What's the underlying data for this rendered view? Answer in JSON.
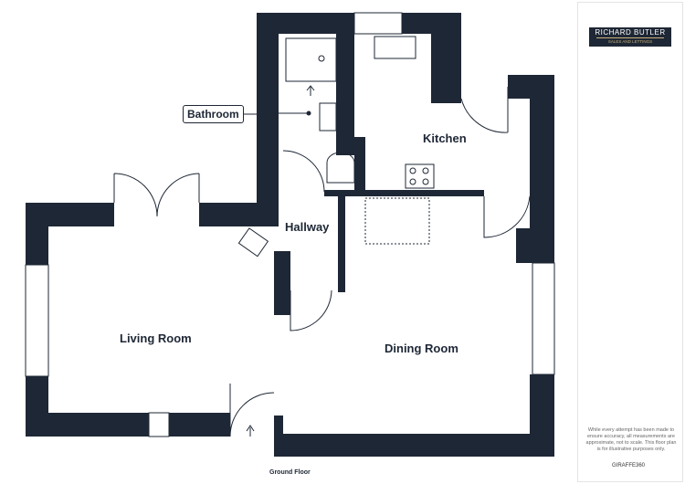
{
  "brand": {
    "name": "RICHARD BUTLER",
    "tagline": "SALES AND LETTINGS"
  },
  "rooms": {
    "bathroom": "Bathroom",
    "kitchen": "Kitchen",
    "hallway": "Hallway",
    "living_room": "Living Room",
    "dining_room": "Dining Room"
  },
  "floor_label": "Ground Floor",
  "disclaimer": "While every attempt has been made to ensure accuracy, all measurements are approximate, not to scale. This floor plan is for illustrative purposes only.",
  "credit": "GIRAFFE360",
  "colors": {
    "wall": "#1e2735"
  }
}
